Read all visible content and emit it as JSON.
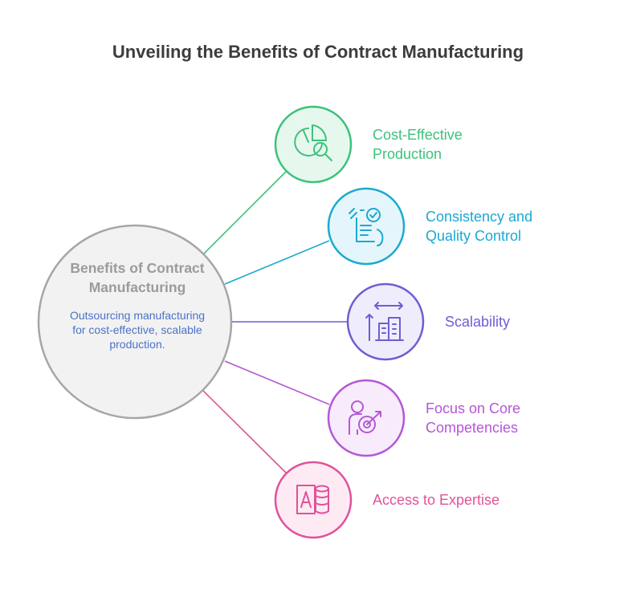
{
  "title": "Unveiling the Benefits of Contract Manufacturing",
  "hub": {
    "title": "Benefits of Contract Manufacturing",
    "description": "Outsourcing manufacturing for cost-effective, scalable production."
  },
  "items": [
    {
      "label_line1": "Cost-Effective",
      "label_line2": "Production",
      "icon": "pie-chart-magnifier-icon",
      "color": "#3cc27a",
      "fill": "#e6f8ee"
    },
    {
      "label_line1": "Consistency and",
      "label_line2": "Quality Control",
      "icon": "checklist-hand-icon",
      "color": "#1ca9d0",
      "fill": "#e4f6fb"
    },
    {
      "label_line1": "Scalability",
      "label_line2": "",
      "icon": "growth-building-icon",
      "color": "#6b5fd3",
      "fill": "#efedfb"
    },
    {
      "label_line1": "Focus on Core",
      "label_line2": "Competencies",
      "icon": "person-target-icon",
      "color": "#b457d6",
      "fill": "#f8ecfc"
    },
    {
      "label_line1": "Access to Expertise",
      "label_line2": "",
      "icon": "knowledge-database-icon",
      "color": "#e0529a",
      "fill": "#fdeaf3"
    }
  ]
}
